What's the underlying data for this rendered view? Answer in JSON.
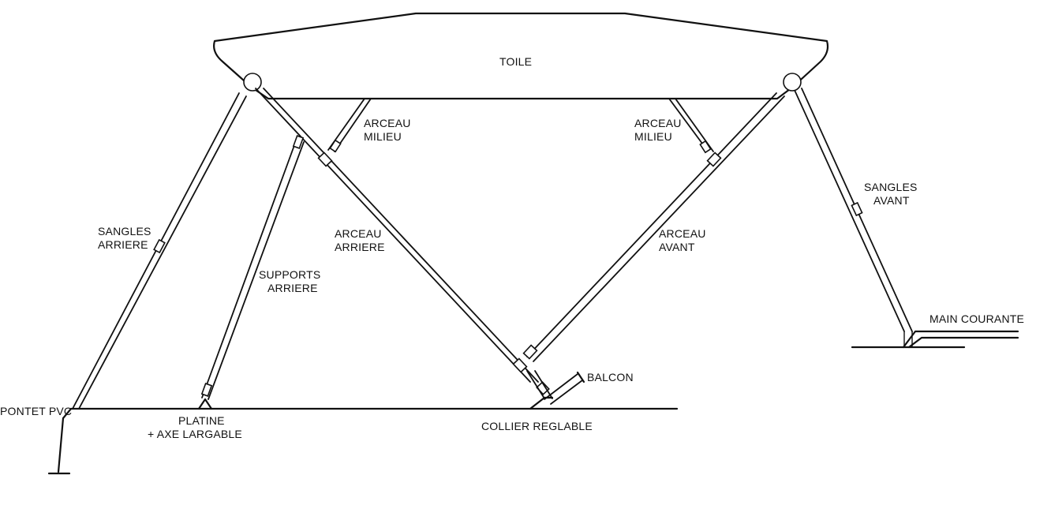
{
  "diagram": {
    "labels": {
      "toile": "TOILE",
      "arceau_milieu_left_1": "ARCEAU",
      "arceau_milieu_left_2": "MILIEU",
      "arceau_milieu_right_1": "ARCEAU",
      "arceau_milieu_right_2": "MILIEU",
      "sangles_avant_1": "SANGLES",
      "sangles_avant_2": "AVANT",
      "sangles_arriere_1": "SANGLES",
      "sangles_arriere_2": "ARRIERE",
      "arceau_arriere_1": "ARCEAU",
      "arceau_arriere_2": "ARRIERE",
      "arceau_avant_1": "ARCEAU",
      "arceau_avant_2": "AVANT",
      "supports_arriere_1": "SUPPORTS",
      "supports_arriere_2": "ARRIERE",
      "main_courante": "MAIN COURANTE",
      "balcon": "BALCON",
      "pontet_pvc": "PONTET PVC",
      "platine_1": "PLATINE",
      "platine_2": "+ AXE LARGABLE",
      "collier_reglable": "COLLIER REGLABLE"
    }
  }
}
